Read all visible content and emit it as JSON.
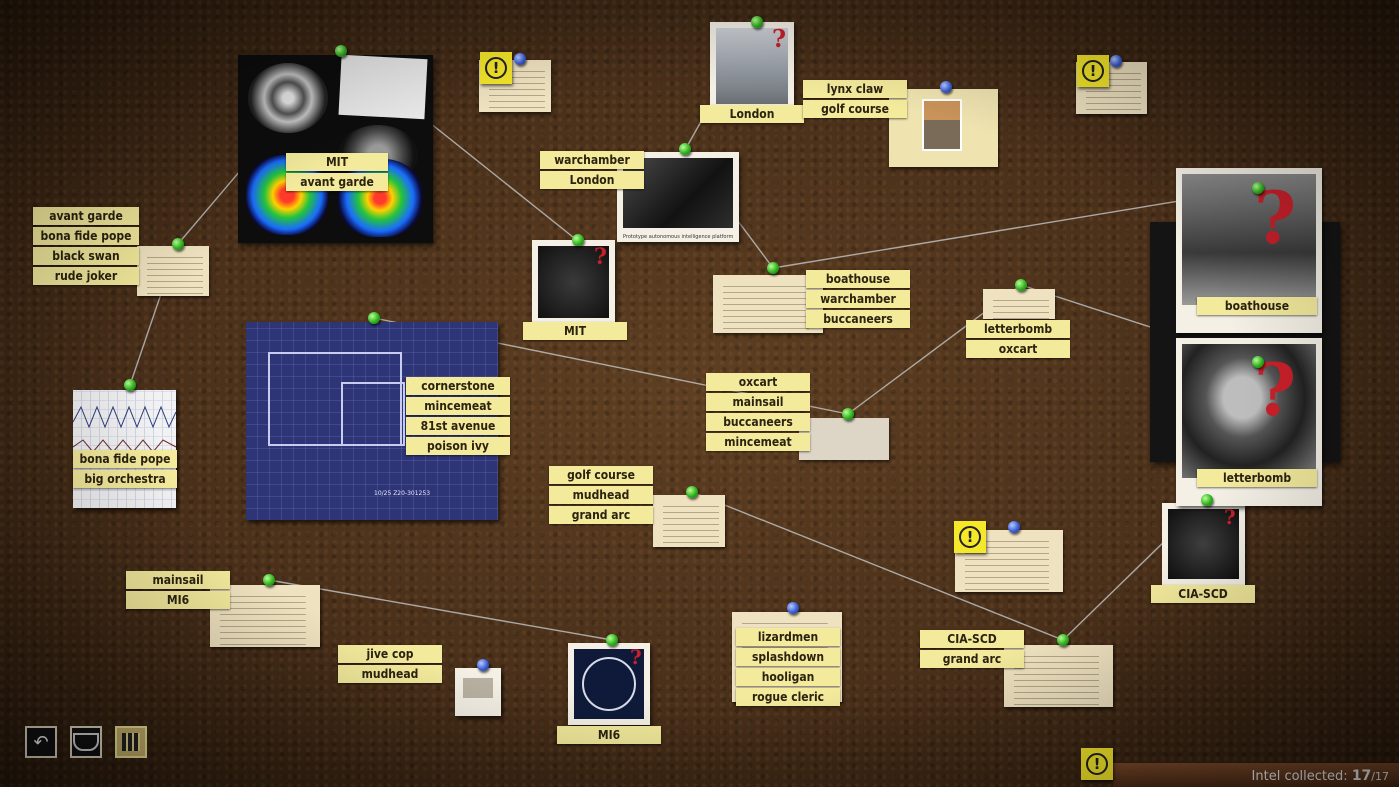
{
  "board": {
    "labels": {
      "mit_top": [
        "MIT",
        "avant garde"
      ],
      "left_list": [
        "avant garde",
        "bona fide pope",
        "black swan",
        "rude joker"
      ],
      "polygraph": [
        "bona fide pope",
        "big orchestra"
      ],
      "warchamber": [
        "warchamber",
        "London"
      ],
      "london_photo": "London",
      "lynx": [
        "lynx claw",
        "golf course"
      ],
      "mit_photo": "MIT",
      "boathouse_note": [
        "boathouse",
        "warchamber",
        "buccaneers"
      ],
      "letterbomb_note": [
        "letterbomb",
        "oxcart"
      ],
      "blueprint": [
        "cornerstone",
        "mincemeat",
        "81st avenue",
        "poison ivy"
      ],
      "oxcart_list": [
        "oxcart",
        "mainsail",
        "buccaneers",
        "mincemeat"
      ],
      "golf": [
        "golf course",
        "mudhead",
        "grand arc"
      ],
      "mainsail": [
        "mainsail",
        "MI6"
      ],
      "jive": [
        "jive cop",
        "mudhead"
      ],
      "mi6_photo": "MI6",
      "lizard": [
        "lizardmen",
        "splashdown",
        "hooligan",
        "rogue cleric"
      ],
      "cia": [
        "CIA-SCD",
        "grand arc"
      ],
      "cia_photo": "CIA-SCD",
      "boathouse_photo": "boathouse",
      "letterbomb_photo": "letterbomb"
    },
    "photo_caption": "Prototype autonomous intelligence platform",
    "blueprint_code": "10/25 Z20-301253"
  },
  "toolbar": {
    "back_icon": "undo-arrow-icon",
    "brain_icon": "brain-scan-icon",
    "map_icon": "board-map-icon"
  },
  "status": {
    "intel_label": "Intel collected:",
    "intel_count": "17",
    "intel_total": "/17"
  },
  "colors": {
    "label_yellow": "#f3ea9c",
    "pin_green": "#2fb21c",
    "pin_blue": "#3a5fd6",
    "alert_yellow": "#f5e72a",
    "question_red": "#c8202a"
  }
}
